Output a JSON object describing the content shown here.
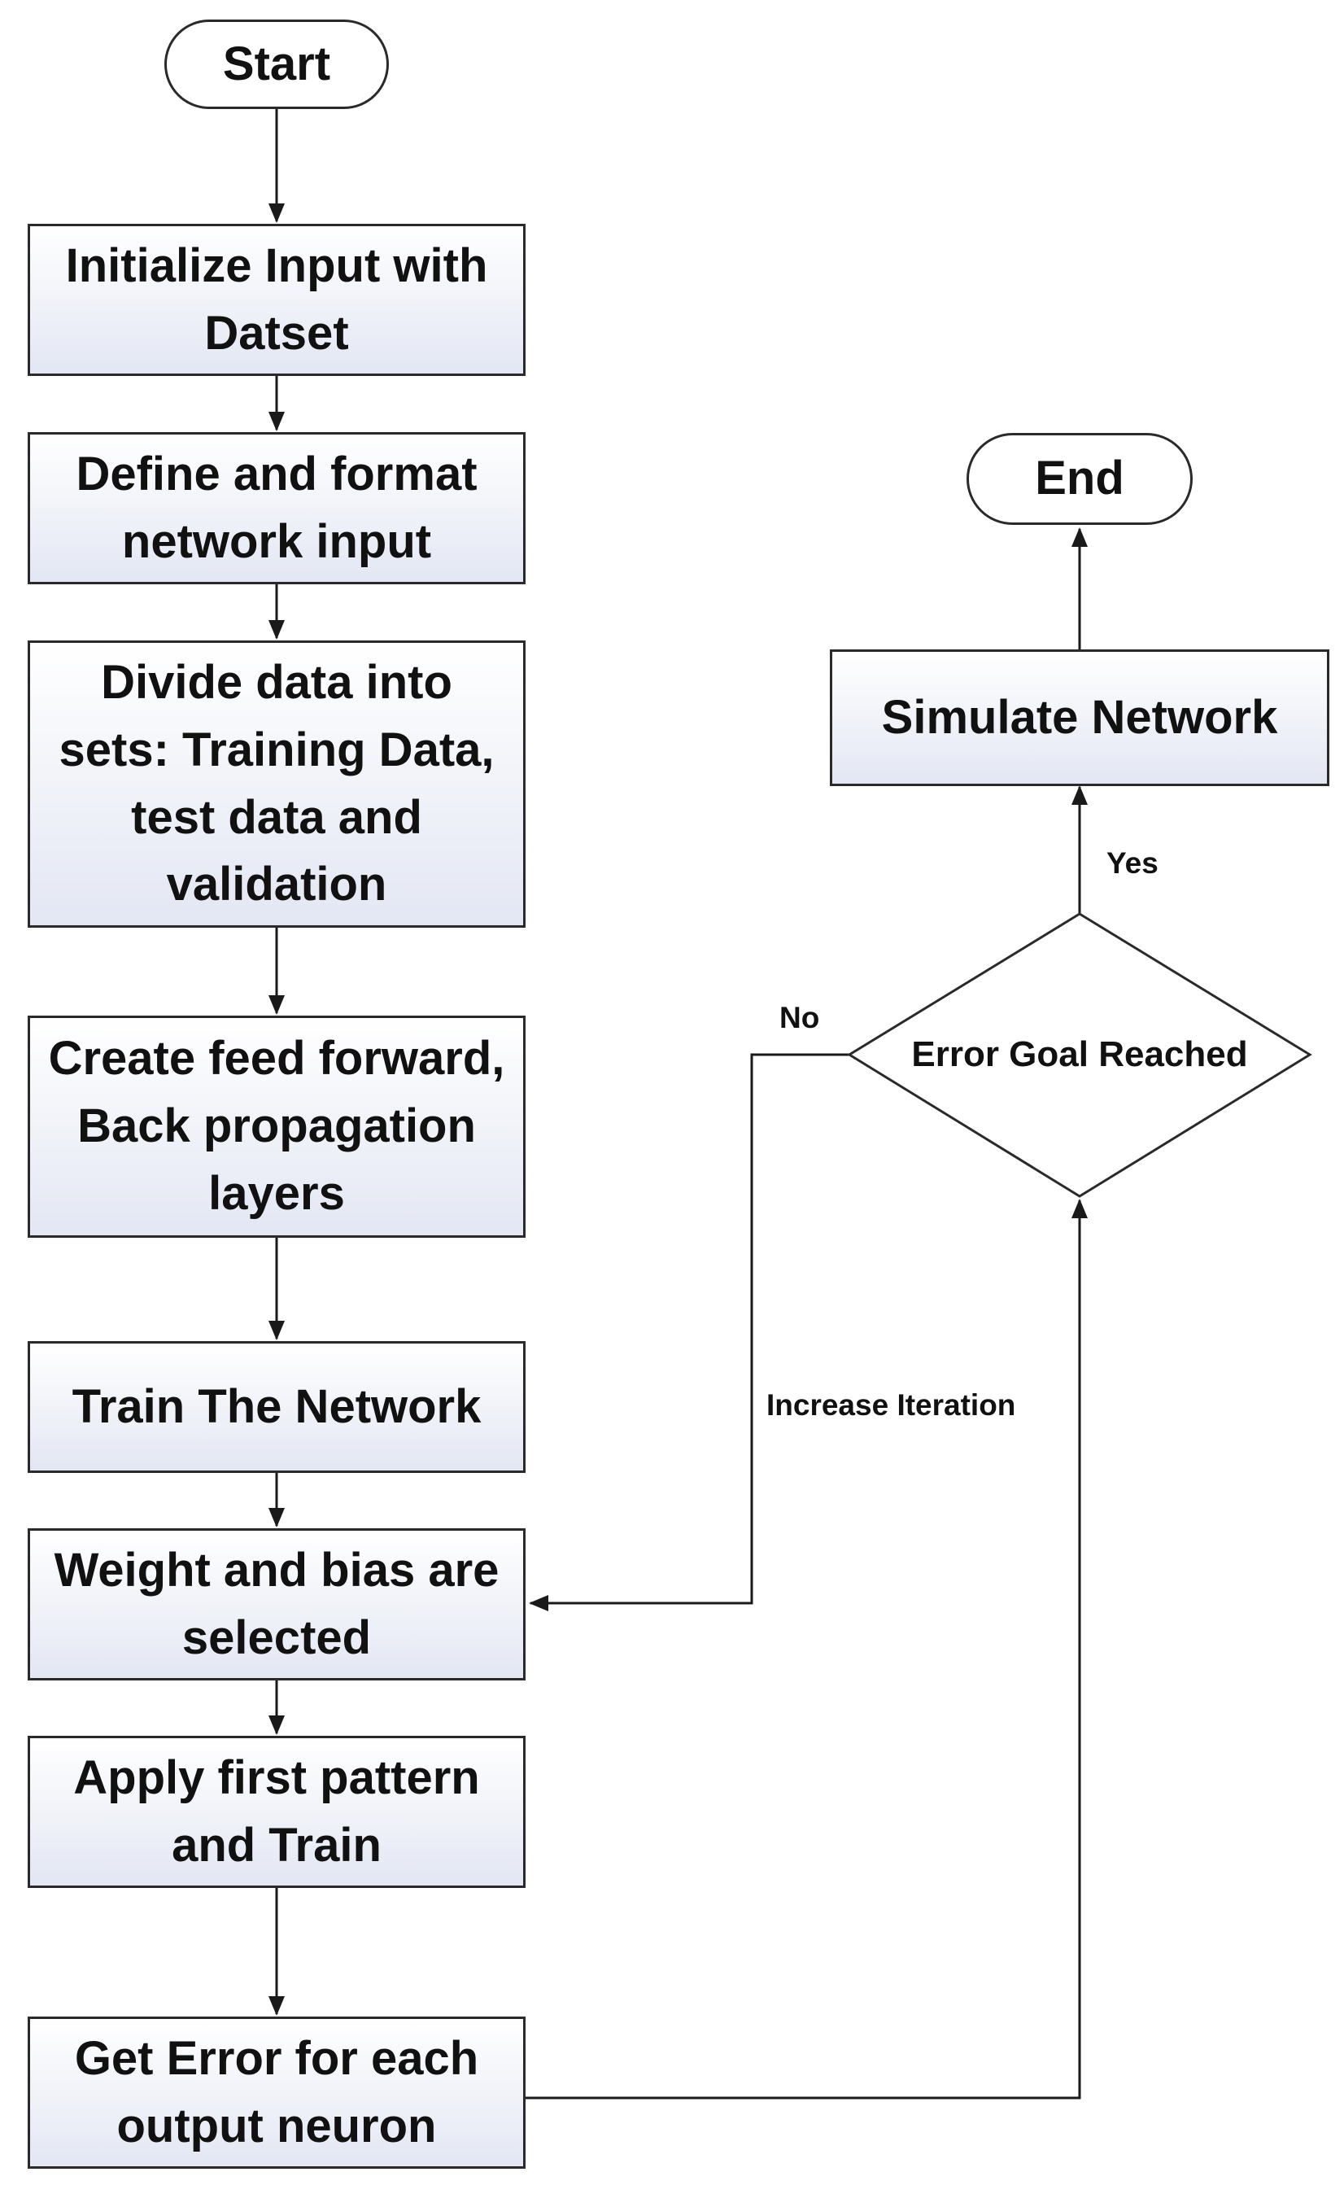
{
  "nodes": {
    "start": "Start",
    "initialize": "Initialize Input with Datset",
    "define": "Define and format network input",
    "divide": "Divide data into sets: Training Data, test data and validation",
    "create": "Create feed forward, Back propagation layers",
    "train": "Train The Network",
    "weight": "Weight and bias are selected",
    "apply": "Apply first pattern and Train",
    "get_error": "Get Error for each output neuron",
    "decision": "Error Goal Reached",
    "simulate": "Simulate Network",
    "end": "End"
  },
  "edge_labels": {
    "yes": "Yes",
    "no": "No",
    "increase": "Increase Iteration"
  }
}
